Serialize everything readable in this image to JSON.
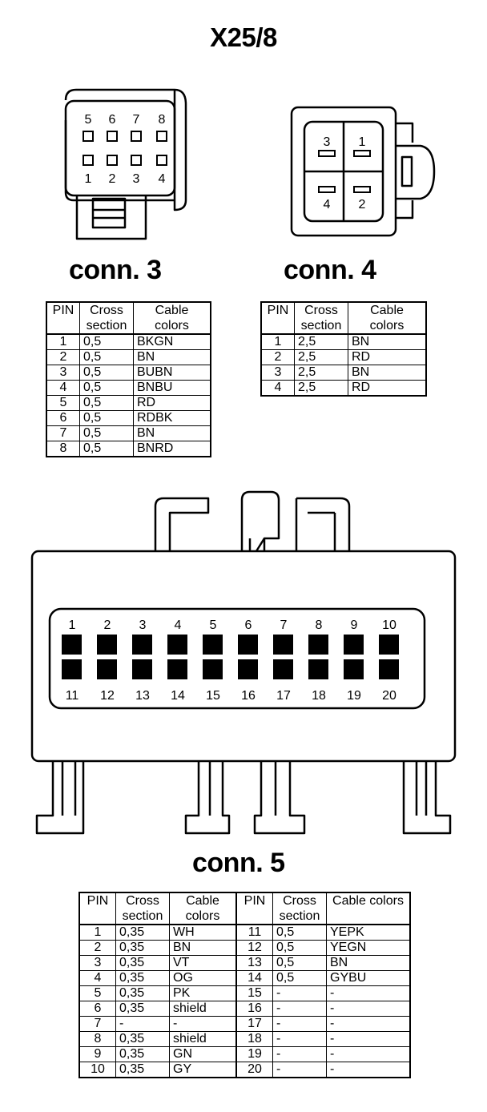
{
  "title": "X25/8",
  "conn3": {
    "label": "conn. 3",
    "pins_top": [
      "5",
      "6",
      "7",
      "8"
    ],
    "pins_bottom": [
      "1",
      "2",
      "3",
      "4"
    ],
    "table": {
      "headers": [
        "PIN",
        "Cross section",
        "Cable colors"
      ],
      "rows": [
        [
          "1",
          "0,5",
          "BKGN"
        ],
        [
          "2",
          "0,5",
          "BN"
        ],
        [
          "3",
          "0,5",
          "BUBN"
        ],
        [
          "4",
          "0,5",
          "BNBU"
        ],
        [
          "5",
          "0,5",
          "RD"
        ],
        [
          "6",
          "0,5",
          "RDBK"
        ],
        [
          "7",
          "0,5",
          "BN"
        ],
        [
          "8",
          "0,5",
          "BNRD"
        ]
      ]
    }
  },
  "conn4": {
    "label": "conn. 4",
    "pins": [
      "3",
      "1",
      "4",
      "2"
    ],
    "table": {
      "headers": [
        "PIN",
        "Cross section",
        "Cable colors"
      ],
      "rows": [
        [
          "1",
          "2,5",
          "BN"
        ],
        [
          "2",
          "2,5",
          "RD"
        ],
        [
          "3",
          "2,5",
          "BN"
        ],
        [
          "4",
          "2,5",
          "RD"
        ]
      ]
    }
  },
  "conn5": {
    "label": "conn. 5",
    "pins_top": [
      "1",
      "2",
      "3",
      "4",
      "5",
      "6",
      "7",
      "8",
      "9",
      "10"
    ],
    "pins_bottom": [
      "11",
      "12",
      "13",
      "14",
      "15",
      "16",
      "17",
      "18",
      "19",
      "20"
    ],
    "table": {
      "headers": [
        "PIN",
        "Cross section",
        "Cable colors",
        "PIN",
        "Cross section",
        "Cable colors"
      ],
      "rows": [
        [
          "1",
          "0,35",
          "WH",
          "11",
          "0,5",
          "YEPK"
        ],
        [
          "2",
          "0,35",
          "BN",
          "12",
          "0,5",
          "YEGN"
        ],
        [
          "3",
          "0,35",
          "VT",
          "13",
          "0,5",
          "BN"
        ],
        [
          "4",
          "0,35",
          "OG",
          "14",
          "0,5",
          "GYBU"
        ],
        [
          "5",
          "0,35",
          "PK",
          "15",
          "-",
          "-"
        ],
        [
          "6",
          "0,35",
          "shield",
          "16",
          "-",
          "-"
        ],
        [
          "7",
          "-",
          "-",
          "17",
          "-",
          "-"
        ],
        [
          "8",
          "0,35",
          "shield",
          "18",
          "-",
          "-"
        ],
        [
          "9",
          "0,35",
          "GN",
          "19",
          "-",
          "-"
        ],
        [
          "10",
          "0,35",
          "GY",
          "20",
          "-",
          "-"
        ]
      ]
    }
  }
}
